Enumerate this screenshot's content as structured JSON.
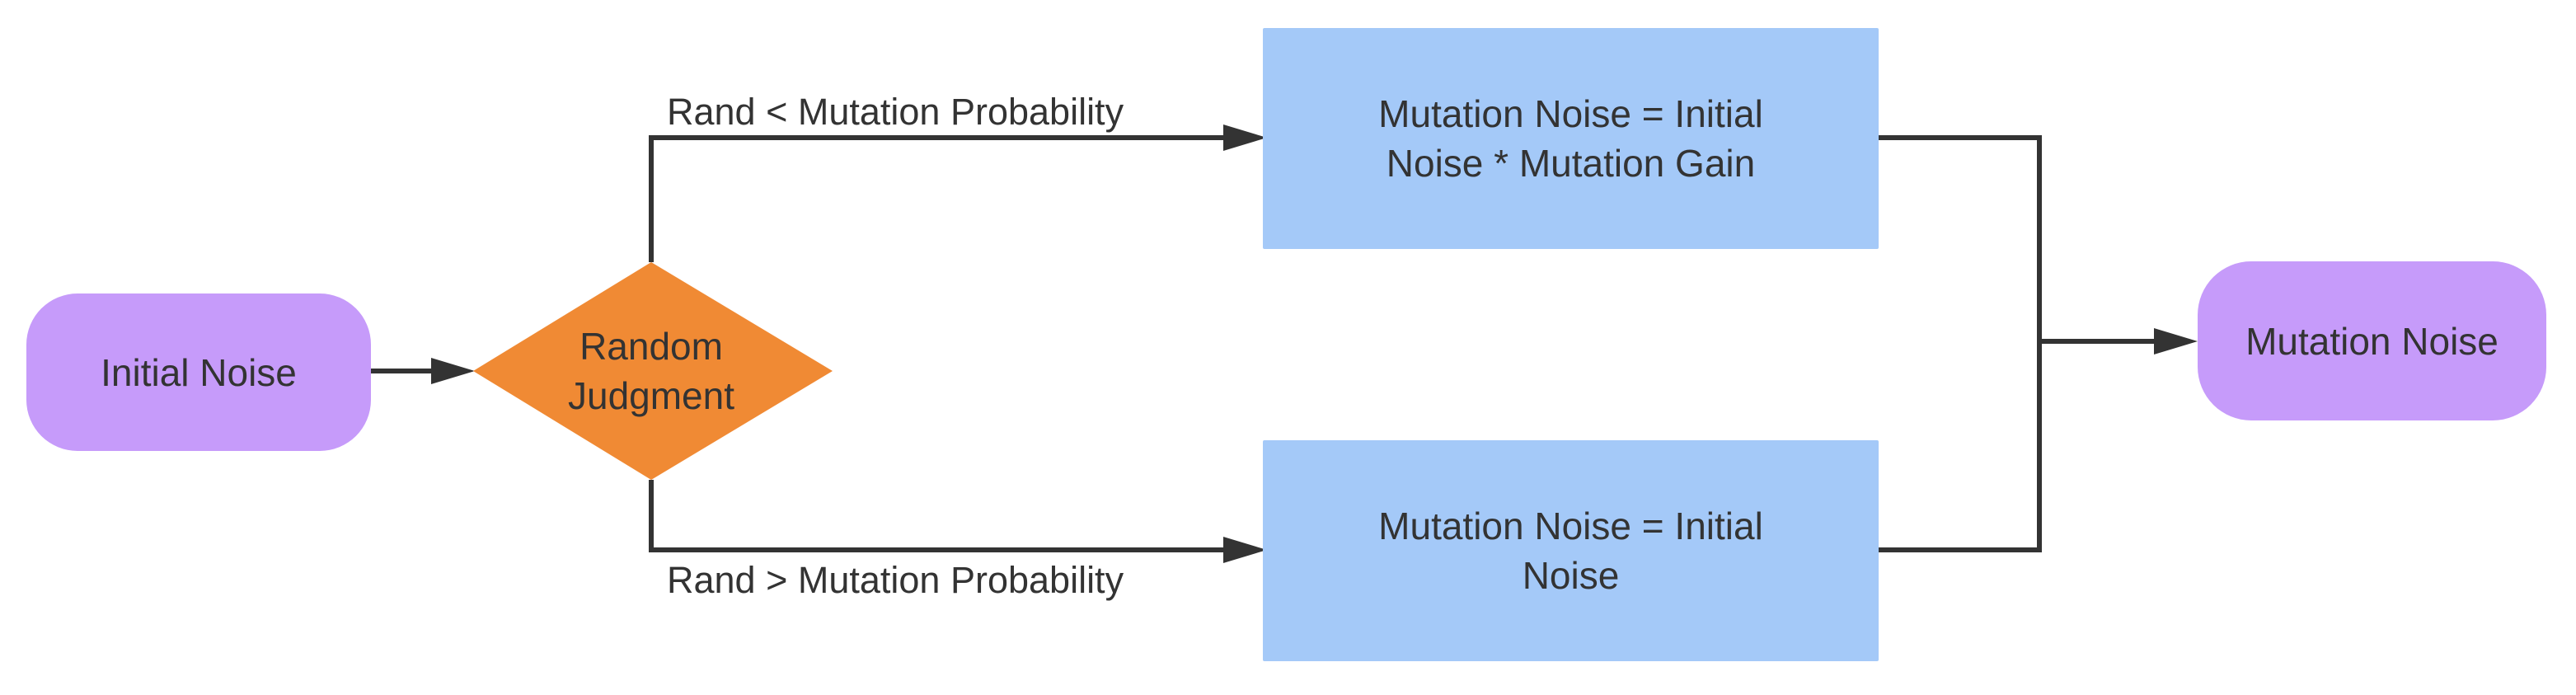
{
  "diagram": {
    "nodes": {
      "initial_noise": {
        "label": "Initial Noise",
        "shape": "terminator",
        "color": "#c69bfa"
      },
      "random_judgment": {
        "label": "Random Judgment",
        "shape": "decision",
        "color": "#f08a34"
      },
      "gain_process": {
        "label": "Mutation Noise = Initial Noise * Mutation Gain",
        "shape": "process",
        "color": "#a4c9f8"
      },
      "identity_process": {
        "label": "Mutation Noise = Initial Noise",
        "shape": "process",
        "color": "#a4c9f8"
      },
      "mutation_noise": {
        "label": "Mutation Noise",
        "shape": "terminator",
        "color": "#c69bfa"
      }
    },
    "edges": {
      "to_judgment": {
        "from": "initial_noise",
        "to": "random_judgment"
      },
      "upper_branch": {
        "from": "random_judgment",
        "to": "gain_process",
        "label": "Rand < Mutation Probability"
      },
      "lower_branch": {
        "from": "random_judgment",
        "to": "identity_process",
        "label": "Rand > Mutation Probability"
      },
      "merge": {
        "from": [
          "gain_process",
          "identity_process"
        ],
        "to": "mutation_noise"
      }
    },
    "line_color": "#333333",
    "text_color": "#333333"
  }
}
